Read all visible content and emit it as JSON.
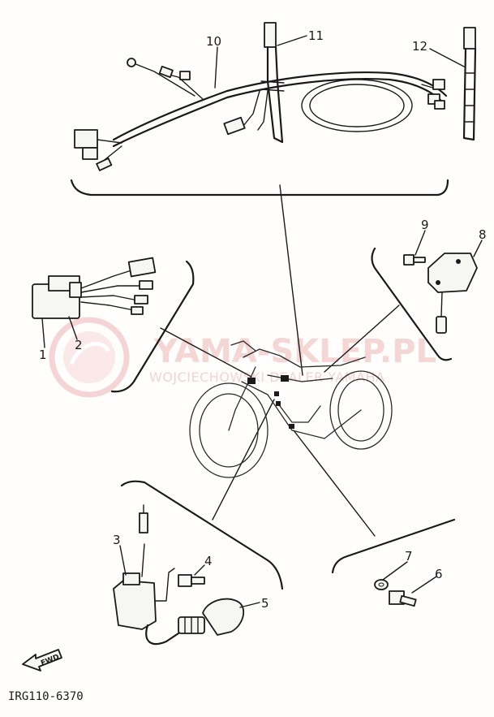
{
  "callouts": {
    "c1": "1",
    "c2": "2",
    "c3": "3",
    "c4": "4",
    "c5": "5",
    "c6": "6",
    "c7": "7",
    "c8": "8",
    "c9": "9",
    "c10": "10",
    "c11": "11",
    "c12": "12"
  },
  "drawing_code": "IRG110-6370",
  "fwd_label": "FWD",
  "watermark": {
    "title": "YAMA-SKLEP.PL",
    "subtitle": "WOJCIECHOWSKI DEALER YAMAHA"
  },
  "colors": {
    "ink": "#1a1a1a",
    "watermark": "#f1c9c9",
    "paper": "#fffefc"
  }
}
